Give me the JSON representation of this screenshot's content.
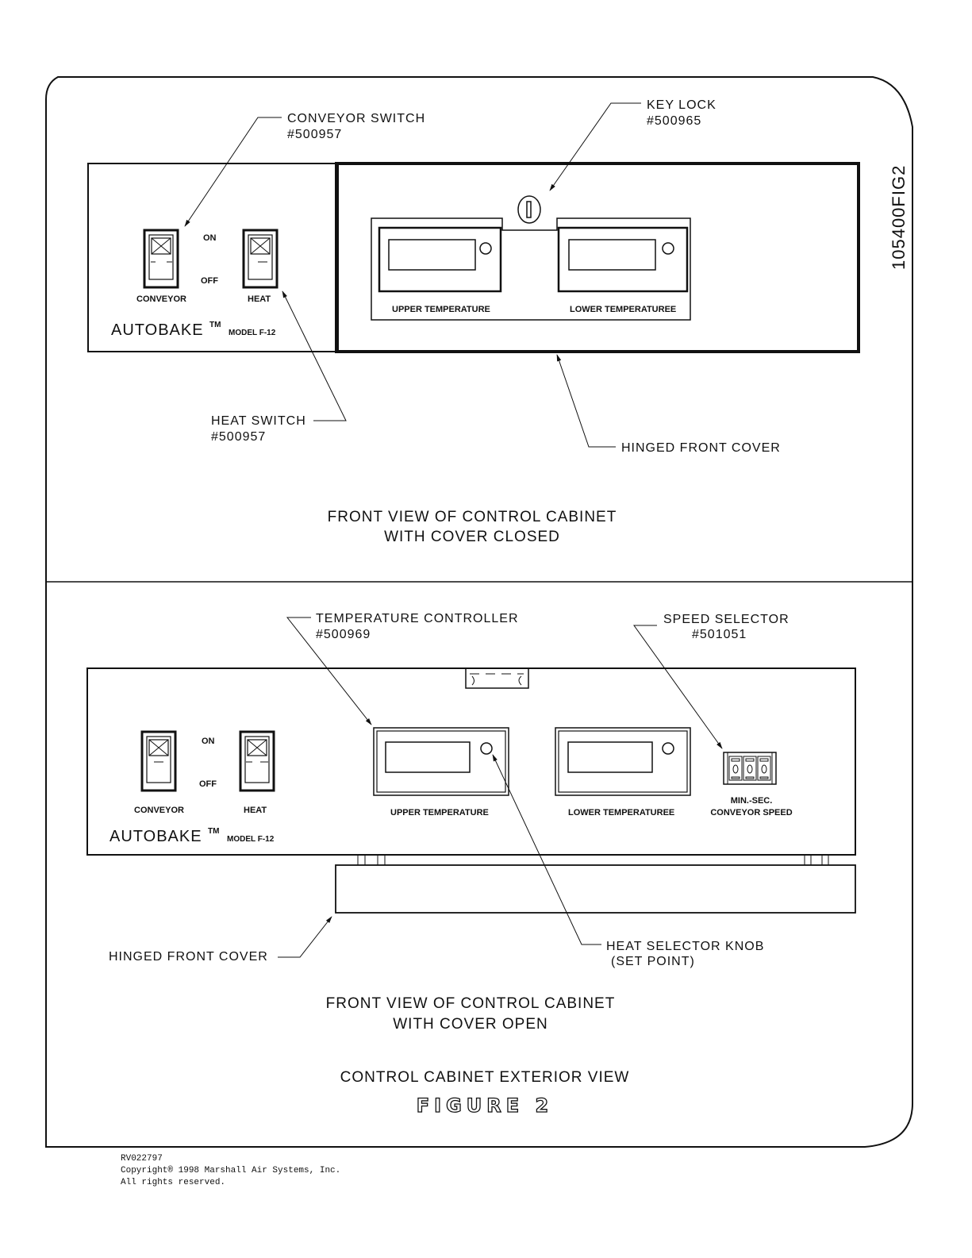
{
  "drawing_id": "105400FIG2",
  "top_view": {
    "callouts": {
      "conveyor_switch": {
        "title": "CONVEYOR SWITCH",
        "part": "#500957"
      },
      "key_lock": {
        "title": "KEY LOCK",
        "part": "#500965"
      },
      "heat_switch": {
        "title": "HEAT SWITCH",
        "part": "#500957"
      },
      "hinged_cover": {
        "title": "HINGED FRONT COVER"
      }
    },
    "panel": {
      "switch_on": "ON",
      "switch_off": "OFF",
      "conveyor_label": "CONVEYOR",
      "heat_label": "HEAT",
      "brand": "AUTOBAKE",
      "trademark": "TM",
      "model": "MODEL F-12",
      "upper_temp_label": "UPPER TEMPERATURE",
      "lower_temp_label": "LOWER TEMPERATUREE"
    },
    "caption_line1": "FRONT VIEW OF CONTROL CABINET",
    "caption_line2": "WITH COVER CLOSED"
  },
  "bottom_view": {
    "callouts": {
      "temp_controller": {
        "title": "TEMPERATURE CONTROLLER",
        "part": "#500969"
      },
      "speed_selector": {
        "title": "SPEED SELECTOR",
        "part": "#501051"
      },
      "hinged_cover": {
        "title": "HINGED FRONT COVER"
      },
      "heat_knob": {
        "title": "HEAT SELECTOR KNOB",
        "subtitle": "(SET POINT)"
      }
    },
    "panel": {
      "switch_on": "ON",
      "switch_off": "OFF",
      "conveyor_label": "CONVEYOR",
      "heat_label": "HEAT",
      "brand": "AUTOBAKE",
      "trademark": "TM",
      "model": "MODEL F-12",
      "upper_temp_label": "UPPER TEMPERATURE",
      "lower_temp_label": "LOWER TEMPERATUREE",
      "speed_label1": "MIN.-SEC.",
      "speed_label2": "CONVEYOR SPEED"
    },
    "caption_line1": "FRONT VIEW OF CONTROL CABINET",
    "caption_line2": "WITH COVER OPEN"
  },
  "figure_title": "CONTROL CABINET EXTERIOR VIEW",
  "figure_number": "FIGURE 2",
  "footer": {
    "revision": "RV022797",
    "copyright": "Copyright® 1998 Marshall Air Systems, Inc.",
    "rights": "All rights reserved."
  }
}
